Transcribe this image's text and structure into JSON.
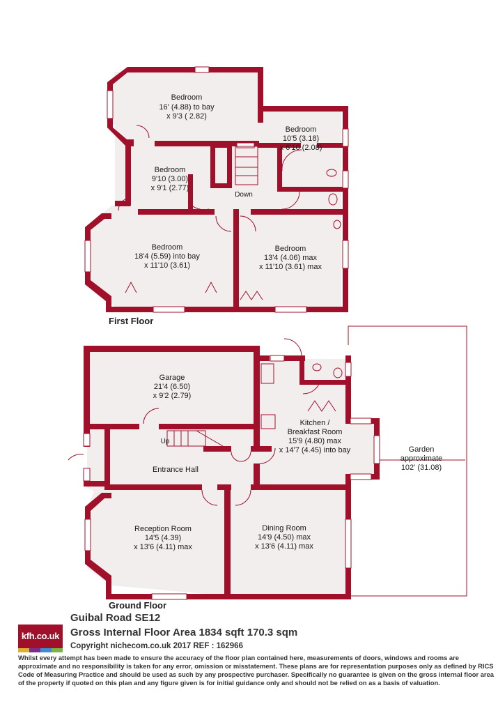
{
  "first_floor": {
    "label": "First Floor",
    "bedroom_bay": {
      "name": "Bedroom",
      "l1": "16' (4.88) to bay",
      "l2": "x 9'3 ( 2.82)"
    },
    "bedroom_small": {
      "name": "Bedroom",
      "l1": "10'5 (3.18)",
      "l2": "x 6'10 (2.08)"
    },
    "bedroom_mid": {
      "name": "Bedroom",
      "l1": "9'10 (3.00)",
      "l2": "x 9'1 (2.77)"
    },
    "stairs_down": "Down",
    "bedroom_front": {
      "name": "Bedroom",
      "l1": "18'4 (5.59) into bay",
      "l2": "x 11'10 (3.61)"
    },
    "bedroom_rear": {
      "name": "Bedroom",
      "l1": "13'4 (4.06) max",
      "l2": "x 11'10 (3.61) max"
    }
  },
  "ground_floor": {
    "label": "Ground Floor",
    "garage": {
      "name": "Garage",
      "l1": "21'4 (6.50)",
      "l2": "x 9'2 (2.79)"
    },
    "kitchen": {
      "name": "Kitchen /",
      "name2": "Breakfast Room",
      "l1": "15'9 (4.80) max",
      "l2": "x 14'7 (4.45) into bay"
    },
    "stairs_up": "Up",
    "hall": "Entrance Hall",
    "garden": {
      "name": "Garden",
      "l1": "approximate",
      "l2": "102' (31.08)"
    },
    "reception": {
      "name": "Reception Room",
      "l1": "14'5 (4.39)",
      "l2": "x 13'6 (4.11) max"
    },
    "dining": {
      "name": "Dining Room",
      "l1": "14'9 (4.50) max",
      "l2": "x 13'6 (4.11) max"
    }
  },
  "footer": {
    "logo_text": "kfh.co.uk",
    "address": "Guibal Road  SE12",
    "area": "Gross Internal Floor Area 1834 sqft 170.3 sqm",
    "copyright": "Copyright nichecom.co.uk 2017 REF : 162966",
    "disclaimer": "Whilst every attempt has been made to ensure the accuracy of the floor plan contained here, measurements of doors, windows and rooms are approximate and no responsibility is taken for any error, omission or misstatement.  These plans are for representation purposes only as defined by RICS Code of Measuring Practice and should be used as such by any prospective purchaser.  Specifically no guarantee is given on the gross internal floor area of the property if quoted on this plan and any figure given is for initial guidance only and should not be relied on as a basis of valuation."
  },
  "colors": {
    "wall": "#a0102a",
    "floor": "#f3eeee",
    "logo_stripes": [
      "#e0b030",
      "#7a2e8c",
      "#3c8ed0",
      "#7cb342"
    ]
  }
}
